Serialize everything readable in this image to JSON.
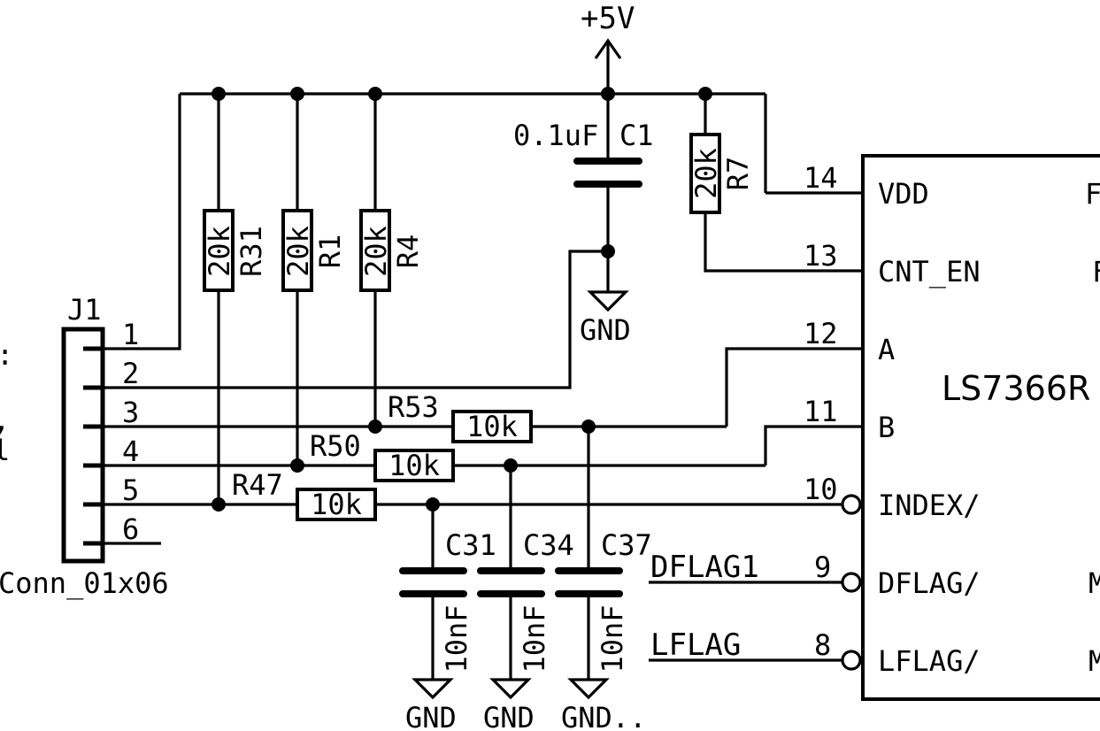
{
  "power": {
    "vcc_label": "+5V",
    "gnd_label": "GND"
  },
  "connector": {
    "ref": "J1",
    "value": "Conn_01x06",
    "pins": [
      "1",
      "2",
      "3",
      "4",
      "5",
      "6"
    ]
  },
  "pullups": [
    {
      "ref": "R31",
      "value": "20k"
    },
    {
      "ref": "R1",
      "value": "20k"
    },
    {
      "ref": "R4",
      "value": "20k"
    },
    {
      "ref": "R7",
      "value": "20k"
    }
  ],
  "series_resistors": [
    {
      "ref": "R53",
      "value": "10k"
    },
    {
      "ref": "R50",
      "value": "10k"
    },
    {
      "ref": "R47",
      "value": "10k"
    }
  ],
  "decoupling": {
    "ref": "C1",
    "value": "0.1uF"
  },
  "filter_caps": [
    {
      "ref": "C31",
      "value": "10nF"
    },
    {
      "ref": "C34",
      "value": "10nF"
    },
    {
      "ref": "C37",
      "value": "10nF"
    }
  ],
  "gnd_labels": [
    "GND",
    "GND",
    "GND",
    "GND"
  ],
  "gnd_c37_text": "GND..",
  "ic": {
    "name": "LS7366R",
    "pins": [
      {
        "num": "14",
        "name": "VDD"
      },
      {
        "num": "13",
        "name": "CNT_EN"
      },
      {
        "num": "12",
        "name": "A"
      },
      {
        "num": "11",
        "name": "B"
      },
      {
        "num": "10",
        "name": "INDEX/"
      },
      {
        "num": "9",
        "name": "DFLAG/"
      },
      {
        "num": "8",
        "name": "LFLAG/"
      }
    ],
    "right_edge_glyphs": [
      "F",
      "F",
      "M",
      "M"
    ]
  },
  "net_labels": {
    "dflag": "DFLAG1",
    "lflag": "LFLAG"
  },
  "left_edge_glyphs": [
    ":",
    ",",
    "l"
  ]
}
